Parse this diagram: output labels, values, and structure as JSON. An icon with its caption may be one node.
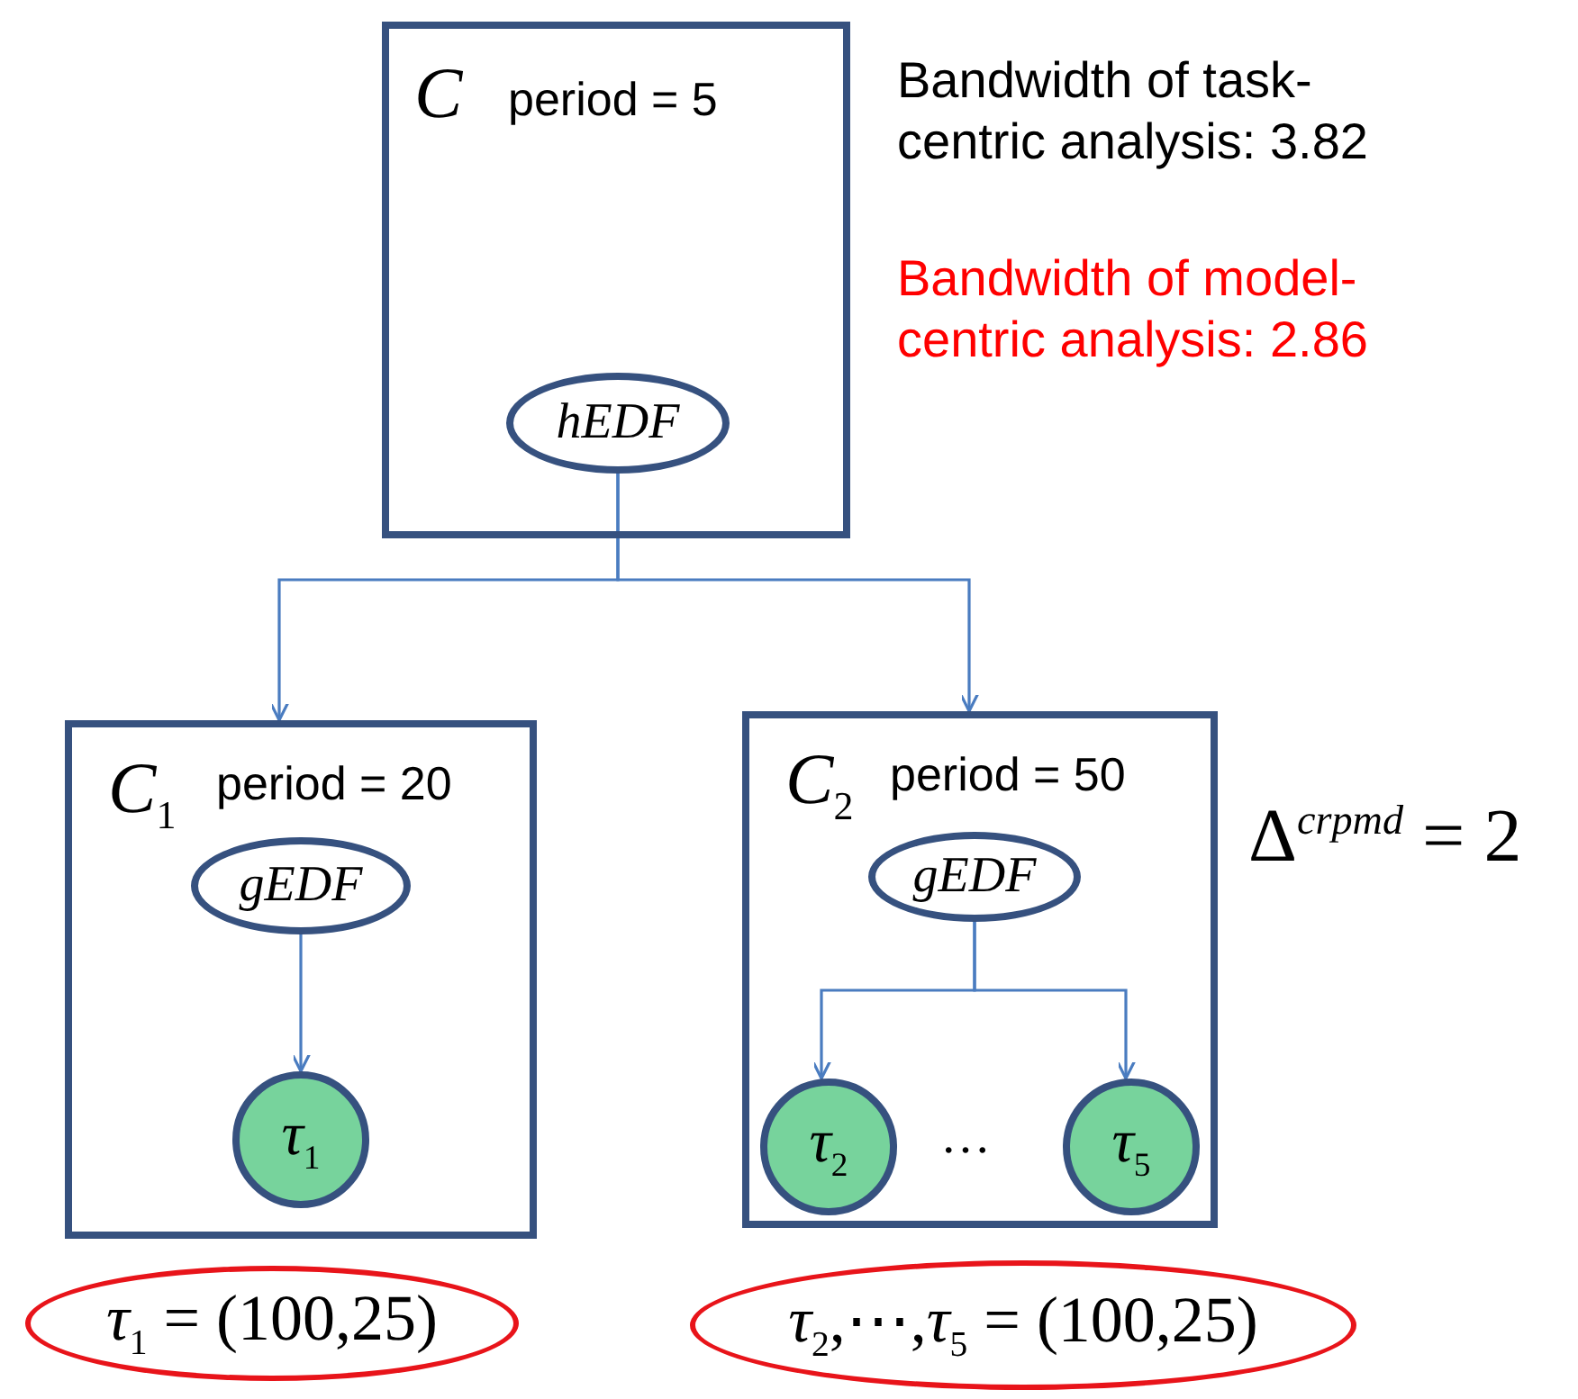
{
  "diagram": {
    "nodes": [
      {
        "text": [
          "C",
          "period = 5"
        ]
      },
      {
        "text": [
          "hEDF"
        ],
        "in": 0
      },
      {
        "text": [
          "*C*$_{1}$",
          "period = 20"
        ]
      },
      {
        "text": [
          "gEDF"
        ],
        "in": 2
      },
      {
        "text": [
          "*τ*$_{1}$"
        ],
        "in": 2
      },
      {
        "text": [
          "*C*$_{2}$",
          "period = 50"
        ]
      },
      {
        "text": [
          "gEDF"
        ],
        "in": 5
      },
      {
        "text": [
          "*τ*$_{2}$"
        ],
        "in": 5
      },
      {
        "text": [
          "*τ*$_{5}$"
        ],
        "in": 5
      },
      {
        "text": [
          "*τ*$_{1}$ = (100,25)"
        ]
      },
      {
        "text": [
          "*τ*$_{2}$,⋯,*τ*$_{5}$ = (100,25)"
        ]
      }
    ],
    "edges": [
      {
        "from": 1,
        "to": 2,
        "arrow": "to"
      },
      {
        "from": 1,
        "to": 5,
        "arrow": "to"
      },
      {
        "from": 3,
        "to": 4,
        "arrow": "to"
      },
      {
        "from": 6,
        "to": 7,
        "arrow": "to"
      },
      {
        "from": 6,
        "to": 8,
        "arrow": "to"
      }
    ],
    "labels": [
      "Bandwidth of task-centric analysis: 3.82",
      "Bandwidth of model-centric analysis: 2.86",
      "Δ$^{crpmd}$ = 2",
      "…"
    ]
  }
}
